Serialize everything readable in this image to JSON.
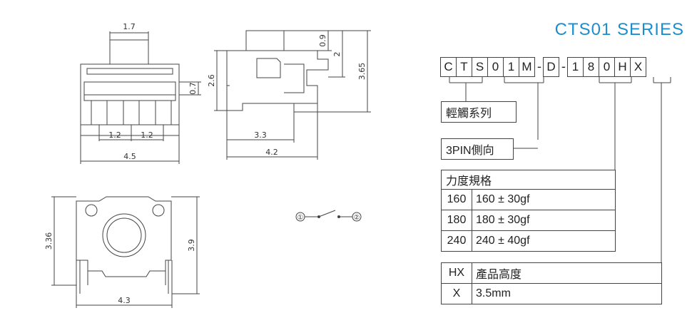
{
  "series_title": "CTS01  SERIES",
  "code_cells": [
    "C",
    "T",
    "S",
    "0",
    "1",
    "M",
    "-",
    "D",
    "-",
    "1",
    "8",
    "0",
    "H",
    "X"
  ],
  "labels": {
    "series_name": "輕觸系列",
    "pin": "3PIN側向",
    "force_header": "力度規格",
    "height_header": "產品高度"
  },
  "force_table": [
    {
      "code": "160",
      "value": "160 ± 30gf"
    },
    {
      "code": "180",
      "value": "180 ± 30gf"
    },
    {
      "code": "240",
      "value": "240 ± 40gf"
    }
  ],
  "height_table": [
    {
      "code": "HX",
      "value": "產品高度"
    },
    {
      "code": "X",
      "value": "3.5mm"
    }
  ],
  "dimensions": {
    "d1_7": "1.7",
    "d0_7": "0.7",
    "d1_2a": "1.2",
    "d1_2b": "1.2",
    "d4_5": "4.5",
    "d0_9": "0.9",
    "d2": "2",
    "d2_6": "2.6",
    "d3_65": "3.65",
    "d3_3": "3.3",
    "d4_2": "4.2",
    "d3_36": "3.36",
    "d3_9": "3.9",
    "d4_3": "4.3"
  },
  "circuit": {
    "t1": "①",
    "t2": "②"
  }
}
